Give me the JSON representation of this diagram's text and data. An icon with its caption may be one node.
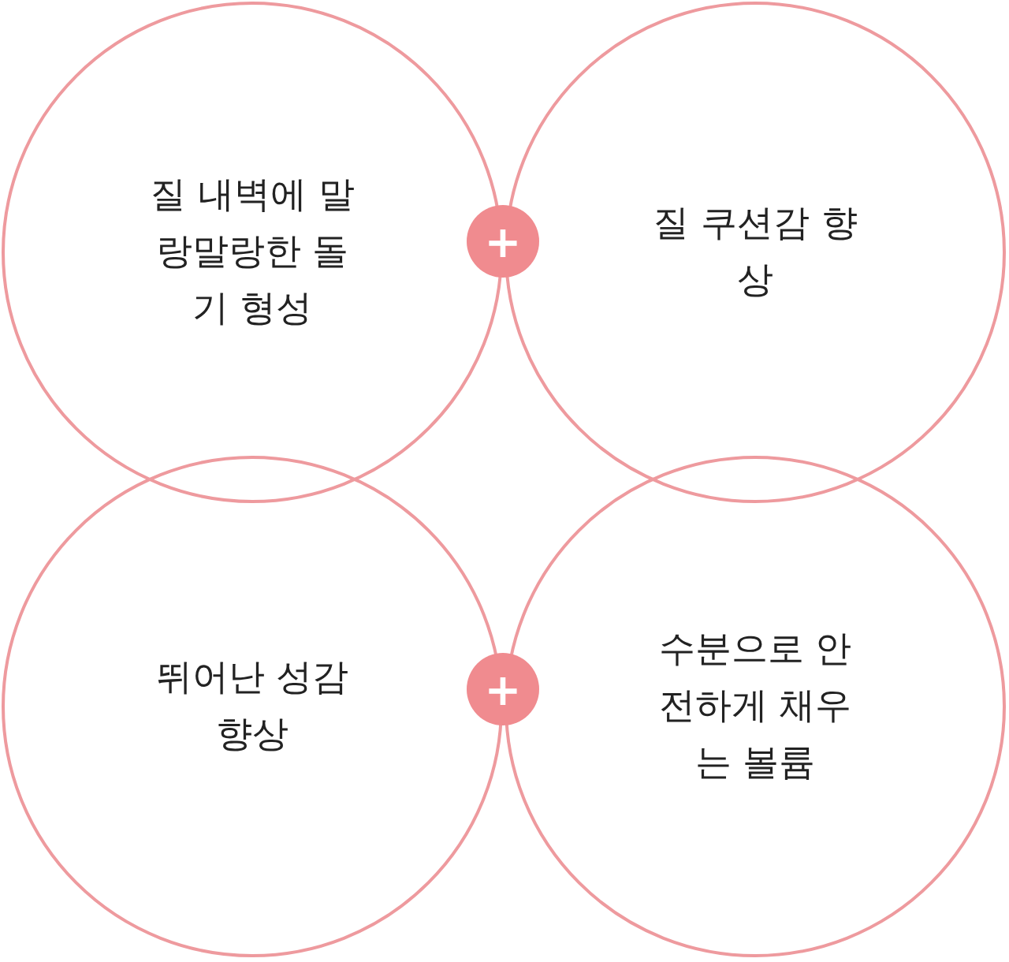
{
  "diagram": {
    "nodes": [
      {
        "text": [
          "질 내벽에 말랑말랑한 돌기 형성"
        ]
      },
      {
        "text": [
          "+"
        ]
      },
      {
        "text": [
          "질 쿠션감 향상"
        ]
      },
      {
        "text": [
          "뛰어난 성감 향상"
        ]
      },
      {
        "text": [
          "+"
        ]
      },
      {
        "text": [
          "수분으로 안전하게 채우는 볼륨"
        ]
      }
    ]
  }
}
